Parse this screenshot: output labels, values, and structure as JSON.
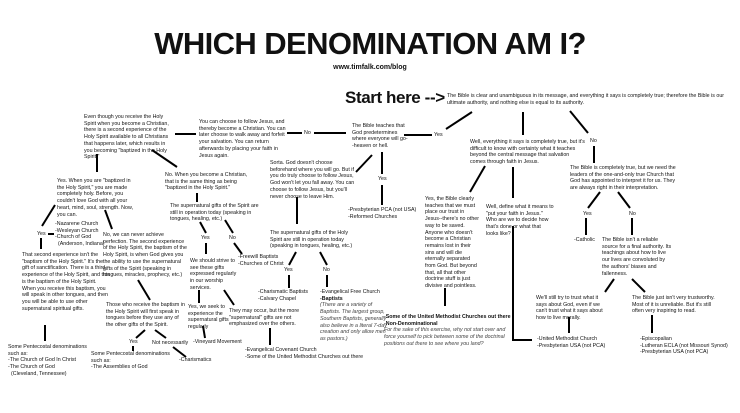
{
  "header": {
    "title": "WHICH DENOMINATION AM I?",
    "url": "www.timfalk.com/blog",
    "start_label": "Start here -->"
  },
  "labels": {
    "yes": "Yes",
    "no": "No",
    "not_necessarily": "Not necessarily"
  },
  "questions": {
    "start": "The Bible is clear and unambiguous in its message, and everything it says is completely true; therefore the Bible is our ultimate authority, and nothing else is equal to its authority.",
    "predestination": "The Bible teaches that God predetermines where everyone will go--heaven or hell.",
    "free_will": "You can choose to follow Jesus, and thereby become a Christian. You can later choose to walk away and forfeit your salvation. You can return afterwards by placing your faith in Jesus again.",
    "second_experience": "Even though you receive the Holy Spirit when you become a Christian, there is a second experience of the Holy Spirit available to all Christians that happens later, which results in you becoming \"baptized in the Holy Spirit.\"",
    "holiness": "Yes. When you are \"baptized in the Holy Spirit,\" you are made completely holy. Before, you couldn't love God with all your heart, mind, soul, strength. Now, you can.",
    "same_thing": "No. When you become a Christian, that is the same thing as being \"baptized in the Holy Spirit.\"",
    "sorta": "Sorta. God doesn't choose beforehand where you will go. But if you do truly choose to follow Jesus, God won't let you fall away. You can choose to follow Jesus, but you'll never choose to leave Him.",
    "gifts_holy_spirit": "The supernatural gifts of the Holy Spirit are still in operation today (speaking in tongues, healing, etc.)",
    "gifts_spirit": "The supernatural gifts of the Spirit are still in operation today (speaking in tongues, healing, etc.)",
    "strive": "We should strive to see these gifts expressed regularly in our worship services.",
    "seek": "Yes, we seek to experience the supernatural gifts regularly",
    "may_occur": "They may occur, but the more \"supernatural\" gifts are not emphasized over the others.",
    "sanctification": "That second experience isn't the \"baptism of the Holy Spirit.\" It's the gift of sanctification. There is a third experience of the Holy Spirit, and this is the baptism of the Holy Spirit. When you receive this baptism, you will speak in other tongues, and then you will be able to use other supernatural spiritual gifts.",
    "never_perfect": "No, we can never achieve perfection. The second experience of the Holy Spirit, the baptism of the Holy Spirit, is when God gives you the ability to use the supernatural gifts of the Spirit (speaking in tongues, miracles, prophecy, etc.)",
    "tongues_first": "Those who receive the baptism in the Holy Spirit will first speak in tongues before they use any of the other gifts of the Spirit.",
    "difficult": "Well, everything it says is completely true, but it's difficult to know with certainty what it teaches beyond the central message that salvation comes through faith in Jesus.",
    "clearly": "Yes, the Bible clearly teaches that we must place our trust in Jesus--there's no other way to be saved. Anyone who doesn't become a Christian remains lost in their sins and will die eternally separated from God. But beyond that, all that other doctrine stuff is just divisive and pointless.",
    "define": "Well, define what it means to \"put your faith in Jesus.\" Who are we to decide how that's done or what that looks like?",
    "leaders": "The Bible is completely true, but we need the leaders of the one-and-only true Church that God has appointed to interpret it for us. They are always right in their interpretation.",
    "unreliable": "The Bible isn't a reliable source for a final authority. Its teachings about how to live our lives are convoluted by the authors' biases and fallenness.",
    "trust_god": "We'll still try to trust what it says about God, even if we can't trust what it says about how to live morally.",
    "untrustworthy": "The Bible just isn't very trustworthy. Most of it is unreliable. But it's still often very inspiring to read."
  },
  "results": {
    "reformed": [
      "-Presbyterian PCA (not USA)",
      "-Reformed Churches"
    ],
    "holiness": [
      "-Nazarene Church",
      "-Wesleyan Church",
      "-Church of God",
      "(Anderson, Indiana)"
    ],
    "pentecostal_cogic": [
      "Some Pentecostal denominations",
      "such as:",
      "-The Church of God In Christ",
      "-The Church of God",
      "(Cleveland, Tennessee)"
    ],
    "assemblies": [
      "Some Pentecostal denominations",
      "such as:",
      "-The Assemblies of God"
    ],
    "charismatics": [
      "-Charismatics"
    ],
    "freewill": [
      "-Freewill Baptists",
      "-Churches of Christ"
    ],
    "vineyard": [
      "-Vineyard Movement"
    ],
    "covenant": [
      "-Evangelical Covenant Church",
      "-Some of the United Methodist Churches out there"
    ],
    "charismatic_baptists": [
      "-Charismatic Baptists",
      "-Calvary Chapel"
    ],
    "baptists": [
      "-Evangelical Free Church",
      "-Baptists"
    ],
    "baptists_note": "(There are a variety of Baptists. The largest group, Southern Baptists, generally also believe in a literal 7-day creation and only allow men as pastors.)",
    "nondenominational": [
      "-Some of the United Methodist Churches out there",
      "-Non-Denominational"
    ],
    "nondenominational_note": "For the sake of this exercise, why not start over and force yourself to pick between some of the doctrinal positions out there to see where you land?",
    "catholic": [
      "-Catholic"
    ],
    "mainline_methodist": [
      "-United Methodist Church",
      "-Presbyterian USA (not PCA)"
    ],
    "mainline_liberal": [
      "-Episcopalian",
      "-Lutheran ECLA (not Missouri Synod)",
      "-Presbyterian USA (not PCA)"
    ]
  }
}
